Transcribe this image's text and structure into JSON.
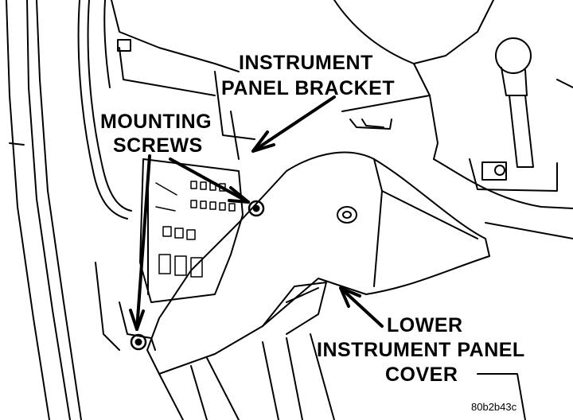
{
  "labels": {
    "instrument_panel_bracket": [
      "INSTRUMENT",
      "PANEL BRACKET"
    ],
    "mounting_screws": [
      "MOUNTING",
      "SCREWS"
    ],
    "lower_cover": [
      "LOWER",
      "INSTRUMENT PANEL",
      "COVER"
    ]
  },
  "figure_code": "80b2b43c",
  "colors": {
    "ink": "#000000",
    "paper": "#ffffff"
  }
}
